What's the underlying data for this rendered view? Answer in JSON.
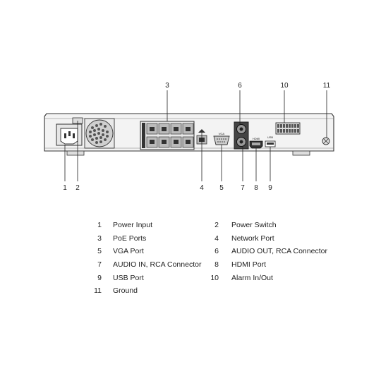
{
  "callouts": [
    "1",
    "2",
    "3",
    "4",
    "5",
    "6",
    "7",
    "8",
    "9",
    "10",
    "11"
  ],
  "device_labels": {
    "vga": "VGA",
    "hdmi": "HDMI",
    "usb": "USB"
  },
  "legend": [
    {
      "num": "1",
      "label": "Power Input"
    },
    {
      "num": "2",
      "label": "Power Switch"
    },
    {
      "num": "3",
      "label": "PoE Ports"
    },
    {
      "num": "4",
      "label": "Network Port"
    },
    {
      "num": "5",
      "label": "VGA Port"
    },
    {
      "num": "6",
      "label": "AUDIO OUT, RCA Connector"
    },
    {
      "num": "7",
      "label": "AUDIO IN, RCA Connector"
    },
    {
      "num": "8",
      "label": "HDMI Port"
    },
    {
      "num": "9",
      "label": "USB Port"
    },
    {
      "num": "10",
      "label": "Alarm In/Out"
    },
    {
      "num": "11",
      "label": "Ground"
    }
  ]
}
